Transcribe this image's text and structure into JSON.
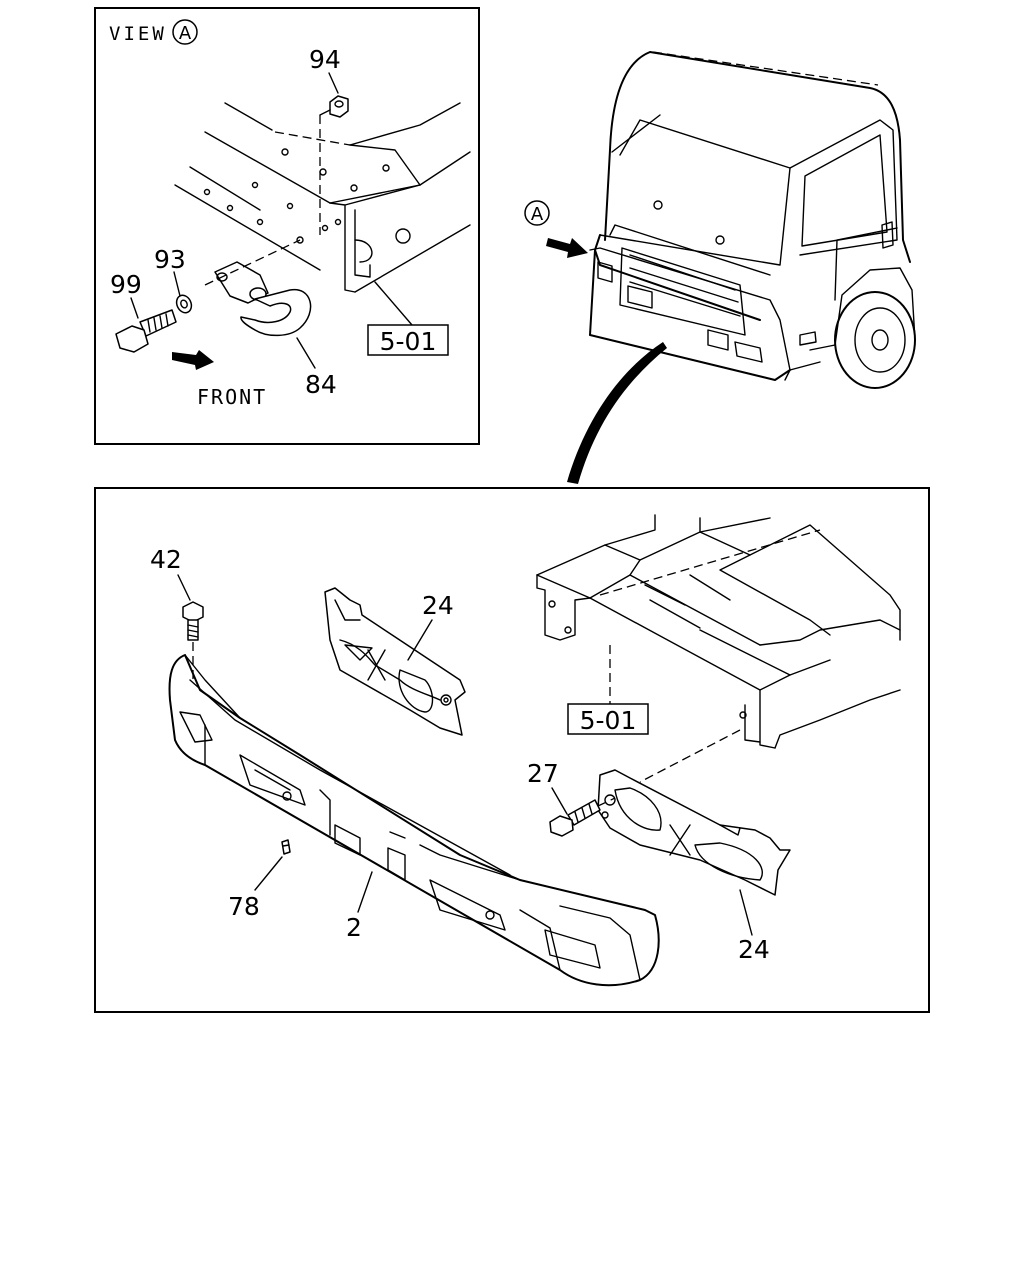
{
  "view_panel": {
    "title_prefix": "VIEW",
    "title_circle": "A",
    "front_label": "FRONT",
    "ref_box": "5-01",
    "callouts": {
      "c94": "94",
      "c93": "93",
      "c99": "99",
      "c84": "84"
    }
  },
  "truck": {
    "view_marker": "A"
  },
  "bumper_panel": {
    "ref_box": "5-01",
    "callouts": {
      "c42": "42",
      "c24_top": "24",
      "c27": "27",
      "c24_bottom": "24",
      "c78": "78",
      "c2": "2"
    }
  }
}
